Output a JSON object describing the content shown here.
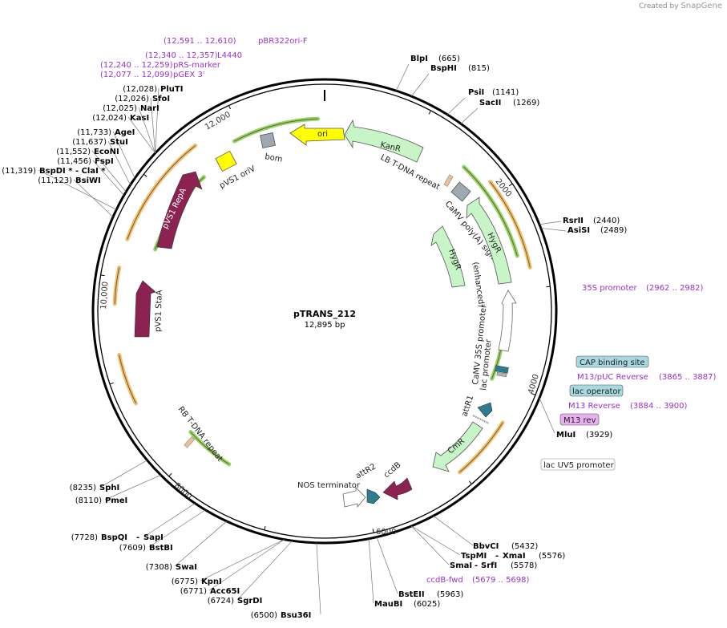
{
  "credit": {
    "prefix": "Created by",
    "brand": "SnapGene"
  },
  "plasmid": {
    "name": "pTRANS_212",
    "size": "12,895 bp"
  },
  "ticks": [
    "2000",
    "4000",
    "6000",
    "8000",
    "10,000",
    "12,000"
  ],
  "enzymes_right": [
    {
      "name": "BlpI",
      "pos": "(665)"
    },
    {
      "name": "BspHI",
      "pos": "(815)"
    },
    {
      "name": "PsiI",
      "pos": "(1141)"
    },
    {
      "name": "SacII",
      "pos": "(1269)"
    },
    {
      "name": "RsrII",
      "pos": "(2440)"
    },
    {
      "name": "AsiSI",
      "pos": "(2489)"
    },
    {
      "name": "MluI",
      "pos": "(3929)"
    },
    {
      "name": "BbvCI",
      "pos": "(5432)"
    },
    {
      "name": "TspMI",
      "name2": "XmaI",
      "pos": "(5576)"
    },
    {
      "name": "SmaI",
      "name2": "SrfI",
      "pos": "(5578)"
    },
    {
      "name": "BstEII",
      "pos": "(5963)"
    },
    {
      "name": "MauBI",
      "pos": "(6025)"
    }
  ],
  "enzymes_left": [
    {
      "name": "PluTI",
      "pos": "(12,028)"
    },
    {
      "name": "SfoI",
      "pos": "(12,026)"
    },
    {
      "name": "NarI",
      "pos": "(12,025)"
    },
    {
      "name": "KasI",
      "pos": "(12,024)"
    },
    {
      "name": "AgeI",
      "pos": "(11,733)"
    },
    {
      "name": "StuI",
      "pos": "(11,637)"
    },
    {
      "name": "EcoNI",
      "pos": "(11,552)"
    },
    {
      "name": "FspI",
      "pos": "(11,456)"
    },
    {
      "name": "BspDI * - ClaI *",
      "pos": "(11,319)"
    },
    {
      "name": "BsiWI",
      "pos": "(11,123)"
    },
    {
      "name": "SphI",
      "pos": "(8235)"
    },
    {
      "name": "PmeI",
      "pos": "(8110)"
    },
    {
      "name": "BspQI",
      "name2": "SapI",
      "pos": "(7728)"
    },
    {
      "name": "BstBI",
      "pos": "(7609)"
    },
    {
      "name": "SwaI",
      "pos": "(7308)"
    },
    {
      "name": "KpnI",
      "pos": "(6775)"
    },
    {
      "name": "Acc65I",
      "pos": "(6771)"
    },
    {
      "name": "SgrDI",
      "pos": "(6724)"
    },
    {
      "name": "Bsu36I",
      "pos": "(6500)"
    }
  ],
  "primers": [
    {
      "name": "pBR322ori-F",
      "range": "(12,591 .. 12,610)"
    },
    {
      "name": "L4440",
      "range": "(12,340 .. 12,357)"
    },
    {
      "name": "pRS-marker",
      "range": "(12,240 .. 12,259)"
    },
    {
      "name": "pGEX 3'",
      "range": "(12,077 .. 12,099)"
    },
    {
      "name": "35S promoter",
      "range": "(2962 .. 2982)"
    },
    {
      "name": "M13/pUC Reverse",
      "range": "(3865 .. 3887)"
    },
    {
      "name": "M13 Reverse",
      "range": "(3884 .. 3900)"
    },
    {
      "name": "ccdB-fwd",
      "range": "(5679 .. 5698)"
    }
  ],
  "boxed_labels": {
    "cap": "CAP binding site",
    "lacop": "lac operator",
    "m13rev": "M13 rev",
    "lacuv5": "lac UV5 promoter"
  },
  "features": {
    "ori": "ori",
    "bom": "bom",
    "kanr": "KanR",
    "lb": "LB T-DNA repeat",
    "polya": "CaMV poly(A) signal",
    "hygr1": "HygR",
    "hygr2": "HygR",
    "enh": "(enhanced)",
    "p35s": "CaMV 35S promoter",
    "lacp": "lac promoter",
    "attr1": "attR1",
    "cmr": "CmR",
    "ccdb": "ccdB",
    "attr2": "attR2",
    "nos": "NOS terminator",
    "rb": "RB T-DNA repeat",
    "repa": "pVS1 RepA",
    "oriv": "pVS1 oriV",
    "staa": "pVS1 StaA"
  },
  "colors": {
    "backbone": "#000000",
    "primer": "#9b30c8",
    "ori": "#ffff00",
    "resistance": "#c8f5c8",
    "protein": "#8b2252",
    "attsite": "#2e7d8e",
    "grey_feature": "#a0a8b0",
    "orf_arc": "#f0c070",
    "orf_green": "#8fd66b",
    "capbox": "#a8d8e0",
    "m13box": "#e8b0f0"
  }
}
